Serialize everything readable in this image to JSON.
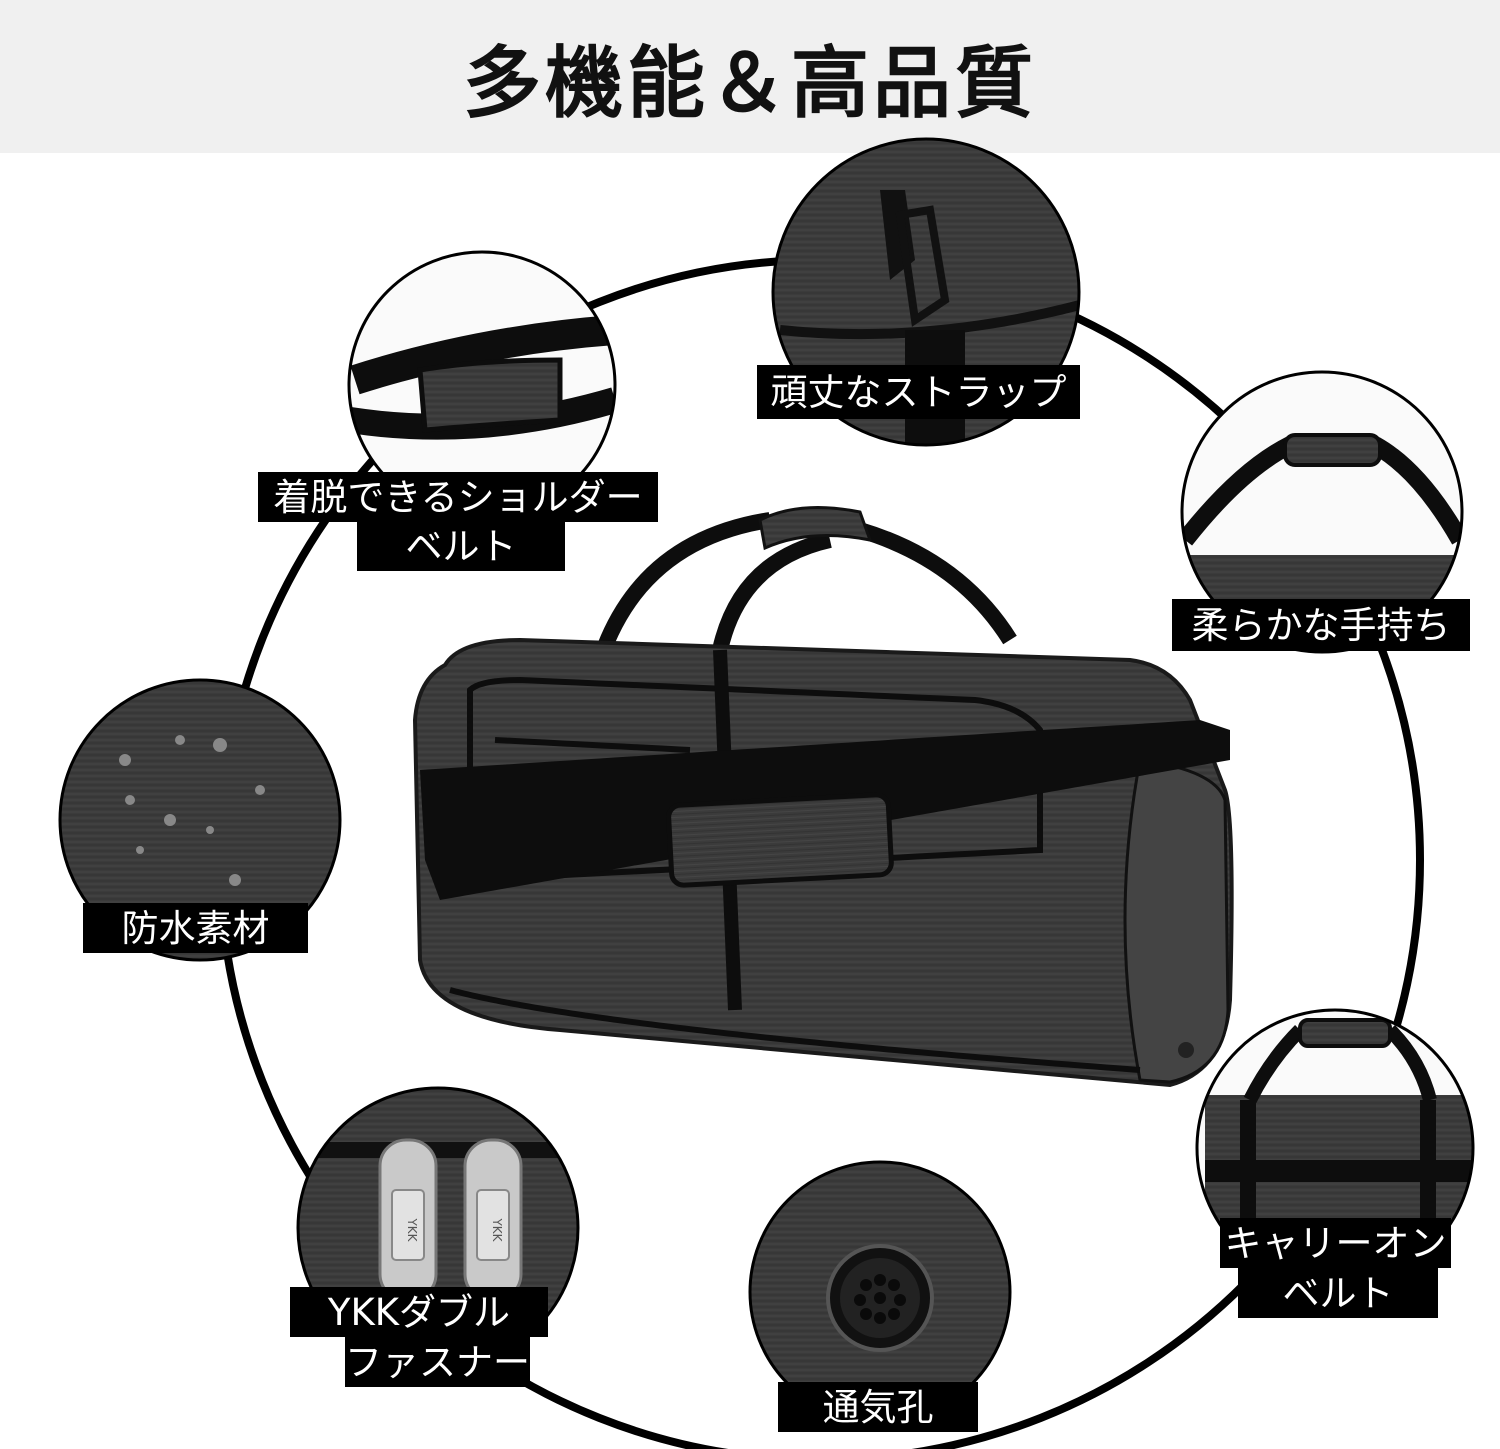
{
  "title": "多機能＆高品質",
  "features": {
    "strap": "頑丈なストラップ",
    "shoulder_line1": "着脱できるショルダー",
    "shoulder_line2": "ベルト",
    "handle": "柔らかな手持ち",
    "waterproof": "防水素材",
    "carry_on_line1": "キャリーオン",
    "carry_on_line2": "ベルト",
    "zipper_line1": "YKKダブル",
    "zipper_line2": "ファスナー",
    "vent": "通気孔"
  },
  "zipper_brand": "YKK",
  "colors": {
    "fabric": "#3a3a3a",
    "fabric_light": "#555555",
    "webbing": "#0d0d0d",
    "header_bg": "#f0f0f0"
  }
}
